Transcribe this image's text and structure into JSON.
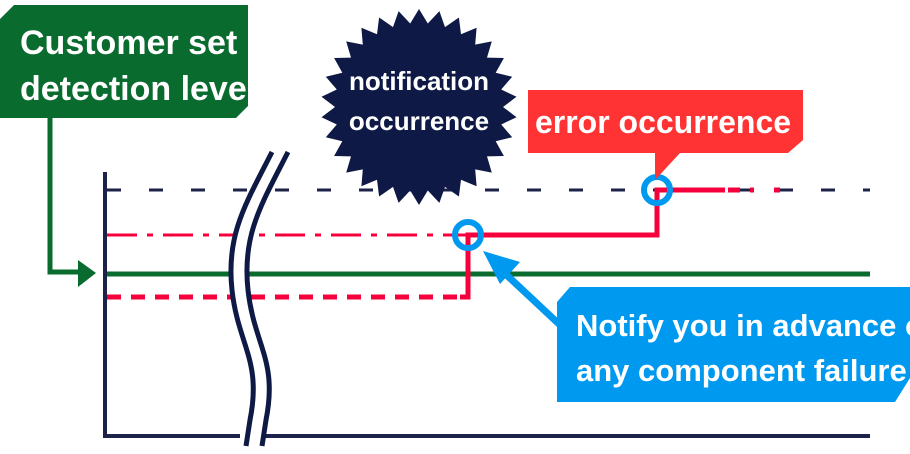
{
  "labels": {
    "customer_level": [
      "Customer set",
      "detection level"
    ],
    "notification": [
      "notification",
      "occurrence"
    ],
    "error": "error occurrence",
    "notify": [
      "Notify you in advance of",
      "any component failure"
    ]
  },
  "colors": {
    "green": "#0a6b2e",
    "navy": "#0e1a45",
    "axis": "#1c2248",
    "red": "#ff3333",
    "crimson": "#f5003c",
    "blue": "#0099f0",
    "white": "#ffffff"
  },
  "lines": [
    {
      "name": "error-threshold-line",
      "style": "long-dash",
      "color": "navy"
    },
    {
      "name": "notification-threshold-line",
      "style": "dash-dot",
      "color": "crimson"
    },
    {
      "name": "customer-detection-level-line",
      "style": "solid",
      "color": "green"
    },
    {
      "name": "normal-level-line",
      "style": "dashed",
      "color": "crimson"
    }
  ],
  "markers": [
    {
      "name": "notification-point-marker",
      "meaning": "notification occurrence"
    },
    {
      "name": "error-point-marker",
      "meaning": "error occurrence"
    }
  ]
}
